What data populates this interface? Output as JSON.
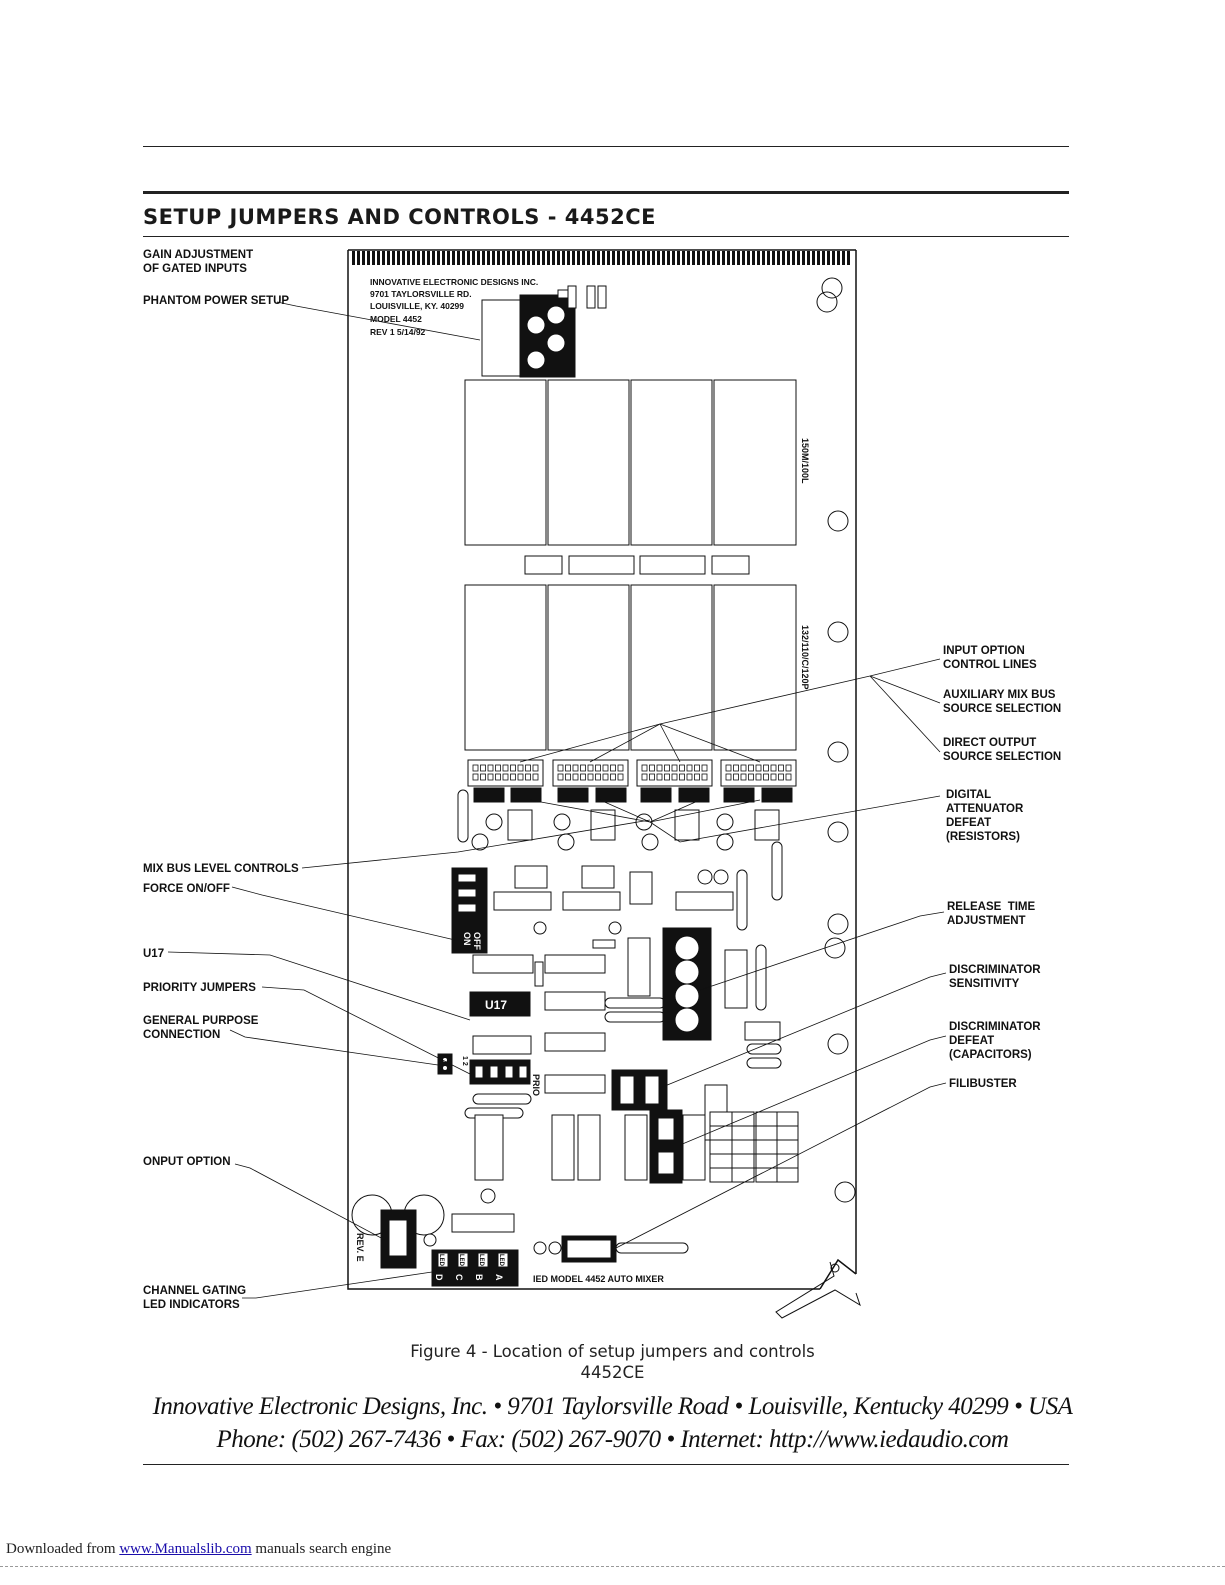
{
  "title": "SETUP JUMPERS AND CONTROLS - 4452CE",
  "board": {
    "company_lines": [
      "INNOVATIVE ELECTRONIC DESIGNS INC.",
      "9701 TAYLORSVILLE RD.",
      "LOUISVILLE, KY. 40299",
      "MODEL 4452",
      "REV 1 5/14/92"
    ],
    "code_upper": "150M/100L",
    "code_lower": "132/110/C/120P",
    "u17": "U17",
    "force_on": "ON",
    "force_off": "OFF",
    "prio": "PRIO",
    "prio_nums": "1 2",
    "rev": "REV. E",
    "led_letters": [
      "D",
      "C",
      "B",
      "A"
    ],
    "led_tag": "LED",
    "bottom_text": "IED MODEL 4452 AUTO MIXER"
  },
  "labels_left": {
    "gain": "GAIN ADJUSTMENT\nOF GATED INPUTS",
    "phantom": "PHANTOM POWER SETUP",
    "mixbus": "MIX BUS LEVEL CONTROLS",
    "force": "FORCE ON/OFF",
    "u17": "U17",
    "priority": "PRIORITY JUMPERS",
    "general": "GENERAL PURPOSE\nCONNECTION",
    "onput": "ONPUT OPTION",
    "gating": "CHANNEL GATING\nLED INDICATORS"
  },
  "labels_right": {
    "input_option": "INPUT OPTION\nCONTROL LINES",
    "aux": "AUXILIARY MIX BUS\nSOURCE SELECTION",
    "direct": "DIRECT OUTPUT\nSOURCE SELECTION",
    "digital": "DIGITAL\nATTENUATOR\nDEFEAT\n(RESISTORS)",
    "release": "RELEASE  TIME\nADJUSTMENT",
    "disc_sens": "DISCRIMINATOR\nSENSITIVITY",
    "disc_def": "DISCRIMINATOR\nDEFEAT\n(CAPACITORS)",
    "filibuster": "FILIBUSTER"
  },
  "caption": {
    "line1": "Figure 4 - Location of setup jumpers and controls",
    "line2": "4452CE"
  },
  "footer": {
    "line1": "Innovative Electronic Designs, Inc. • 9701 Taylorsville Road  • Louisville, Kentucky   40299 • USA",
    "line2": "Phone: (502) 267-7436  • Fax:  (502)  267-9070 •  Internet:  http://www.iedaudio.com"
  },
  "download": {
    "prefix": "Downloaded from ",
    "link": "www.Manualslib.com",
    "suffix": "  manuals search engine"
  },
  "colors": {
    "ink": "#111111",
    "link": "#1a0dab"
  }
}
